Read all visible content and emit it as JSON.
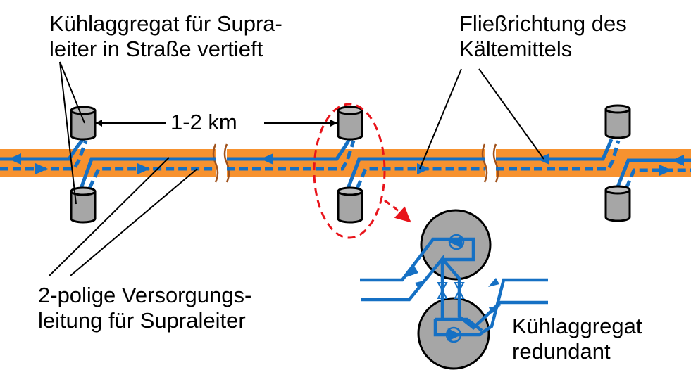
{
  "labels": {
    "cooling_unit": [
      "Kühlaggregat für Supra-",
      "leiter in Straße vertieft"
    ],
    "flow_direction": [
      "Fließrichtung des",
      "Kältemittels"
    ],
    "distance": "1-2 km",
    "supply_line": [
      "2-polige Versorgungs-",
      "leitung für Supraleiter"
    ],
    "redundant": [
      "Kühlaggregat",
      "redundant"
    ]
  },
  "colors": {
    "cable_band": "#F7922F",
    "coolant_line": "#1570C4",
    "unit_fill": "#A6A6A6",
    "highlight": "#E8141B",
    "break_mark": "#A0521C",
    "text": "#000000"
  },
  "elements": {
    "cooling_station_count": 3,
    "units_per_station": 2,
    "line_breaks": 2,
    "pumps_in_detail": 2,
    "valves_in_detail": 2
  }
}
